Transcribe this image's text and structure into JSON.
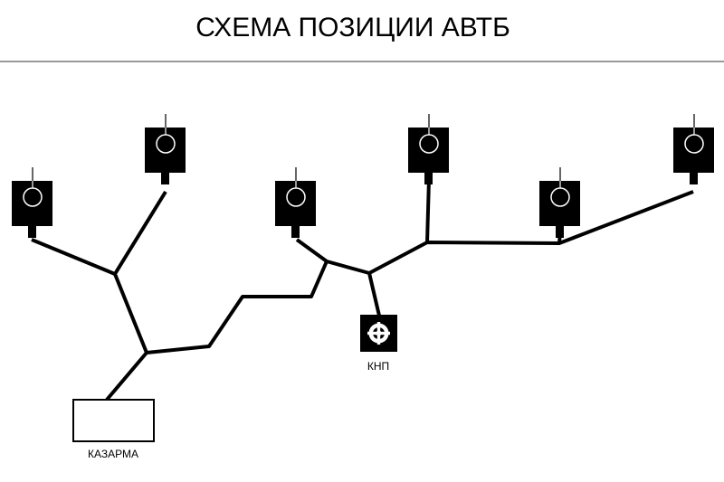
{
  "title": "СХЕМА ПОЗИЦИИ АВТБ",
  "nodes": {
    "kasarma": {
      "label": "КАЗАРМА"
    },
    "knp": {
      "label": "КНП"
    }
  },
  "colors": {
    "line": "#000000",
    "box": "#000000",
    "rule": "#999999",
    "background": "#ffffff"
  },
  "icons": [
    "antenna-station-icon",
    "knp-crosshair-icon"
  ]
}
